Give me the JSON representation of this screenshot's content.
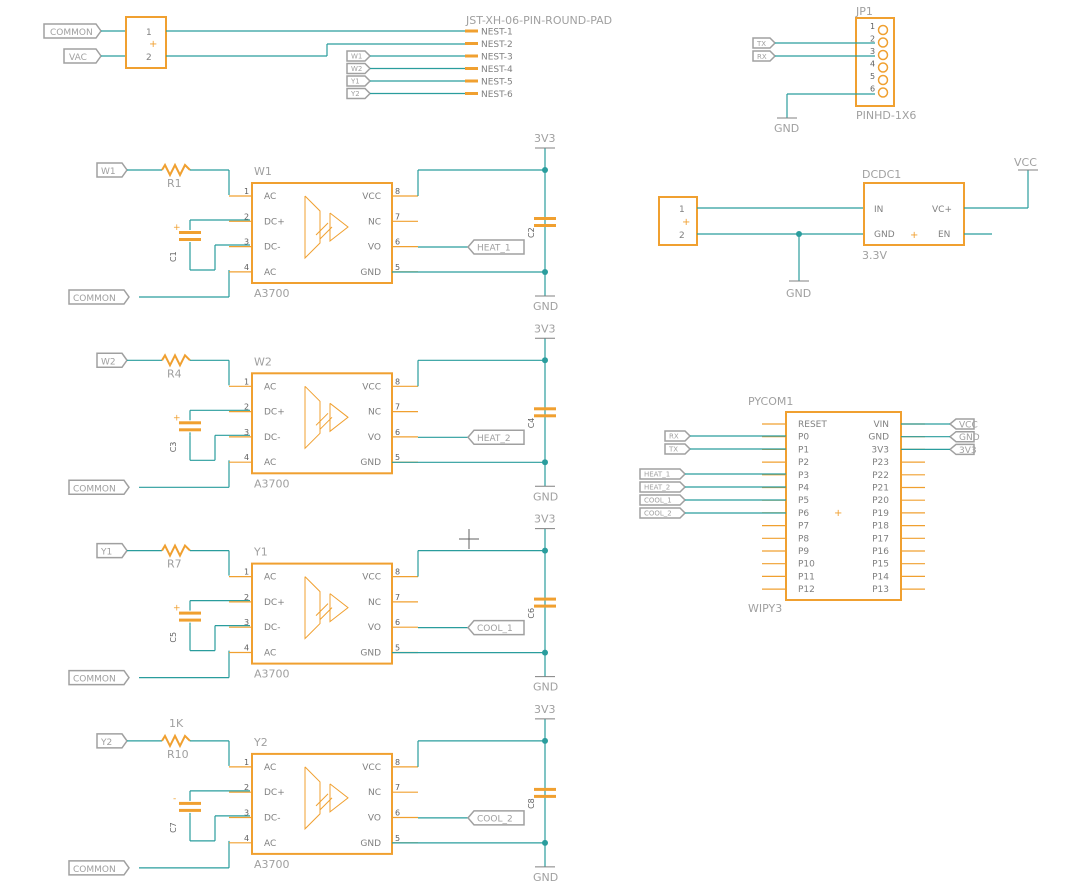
{
  "top_connector": {
    "nets": [
      "COMMON",
      "VAC"
    ],
    "pins": [
      "1",
      "2"
    ],
    "part": "JST-XH-06-PIN-ROUND-PAD",
    "wire_tags": [
      "W1",
      "W2",
      "Y1",
      "Y2"
    ],
    "nest_labels": [
      "NEST-1",
      "NEST-2",
      "NEST-3",
      "NEST-4",
      "NEST-5",
      "NEST-6"
    ]
  },
  "jp1": {
    "name": "JP1",
    "pins": [
      "1",
      "2",
      "3",
      "4",
      "5",
      "6"
    ],
    "value": "PINHD-1X6",
    "tags": [
      "TX",
      "RX"
    ],
    "gnd": "GND"
  },
  "dcdc": {
    "name": "DCDC1",
    "pins_left": [
      "IN",
      "GND"
    ],
    "pins_right": [
      "VC+",
      "EN"
    ],
    "value": "3.3V",
    "vcc": "VCC",
    "gnd": "GND",
    "conn_pins": [
      "1",
      "2"
    ]
  },
  "pycom": {
    "name": "PYCOM1",
    "value": "WIPY3",
    "left_pins": [
      "RESET",
      "P0",
      "P1",
      "P2",
      "P3",
      "P4",
      "P5",
      "P6",
      "P7",
      "P8",
      "P9",
      "P10",
      "P11",
      "P12"
    ],
    "right_pins": [
      "VIN",
      "GND",
      "3V3",
      "P23",
      "P22",
      "P21",
      "P20",
      "P19",
      "P18",
      "P17",
      "P16",
      "P15",
      "P14",
      "P13"
    ],
    "left_tags": [
      "RX",
      "TX",
      "HEAT_1",
      "HEAT_2",
      "COOL_1",
      "COOL_2"
    ],
    "right_tags": [
      "VCC",
      "GND",
      "3V3"
    ]
  },
  "stages": [
    {
      "input": "W1",
      "resistor": "R1",
      "resistor_value": "",
      "cap": "C1",
      "cap_out": "C2",
      "ic": "W1",
      "ic_value": "A3700",
      "output": "HEAT_1",
      "common": "COMMON",
      "supply": "3V3",
      "gnd": "GND"
    },
    {
      "input": "W2",
      "resistor": "R4",
      "resistor_value": "",
      "cap": "C3",
      "cap_out": "C4",
      "ic": "W2",
      "ic_value": "A3700",
      "output": "HEAT_2",
      "common": "COMMON",
      "supply": "3V3",
      "gnd": "GND"
    },
    {
      "input": "Y1",
      "resistor": "R7",
      "resistor_value": "",
      "cap": "C5",
      "cap_out": "C6",
      "ic": "Y1",
      "ic_value": "A3700",
      "output": "COOL_1",
      "common": "COMMON",
      "supply": "3V3",
      "gnd": "GND"
    },
    {
      "input": "Y2",
      "resistor": "R10",
      "resistor_value": "1K",
      "cap": "C7",
      "cap_out": "C8",
      "ic": "Y2",
      "ic_value": "A3700",
      "output": "COOL_2",
      "common": "COMMON",
      "supply": "3V3",
      "gnd": "GND"
    }
  ],
  "ic_pins": {
    "left": [
      "AC",
      "DC+",
      "DC-",
      "AC"
    ],
    "right": [
      "VCC",
      "NC",
      "VO",
      "GND"
    ],
    "left_nums": [
      "1",
      "2",
      "3",
      "4"
    ],
    "right_nums": [
      "8",
      "7",
      "6",
      "5"
    ]
  }
}
